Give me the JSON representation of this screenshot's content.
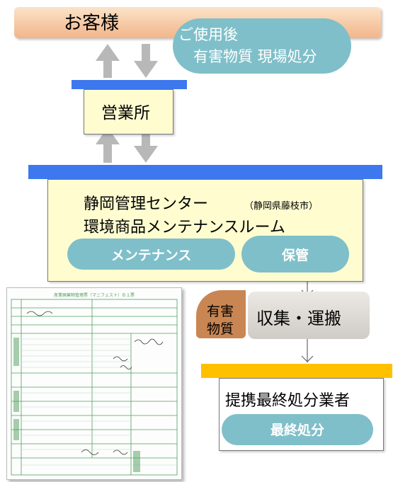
{
  "customer": {
    "label": "お客様"
  },
  "usage": {
    "line1": "ご使用後",
    "line2": "有害物質 現場処分"
  },
  "office": {
    "label": "営業所"
  },
  "center": {
    "name": "静岡管理センター",
    "location": "（静岡県藤枝市）",
    "room": "環境商品メンテナンスルーム",
    "maintenance": "メンテナンス",
    "storage": "保管"
  },
  "hazard": {
    "line1": "有害",
    "line2": "物質"
  },
  "collection": {
    "label": "収集・運搬"
  },
  "final": {
    "partner": "提携最終処分業者",
    "disposal": "最終処分"
  },
  "manifest": {
    "title": "産業廃棄物管理票（マニフェスト）Ｂ１票"
  },
  "colors": {
    "blue_bar": "#3d78ee",
    "pill": "#7fbfc9",
    "box_fill": "#fffdd0",
    "customer_bar": "#f2b58a",
    "final_bar": "#ffc000",
    "hazard": "#c98652",
    "arrow_gray": "#b8b8b8",
    "form_green": "#4e9e5a"
  }
}
